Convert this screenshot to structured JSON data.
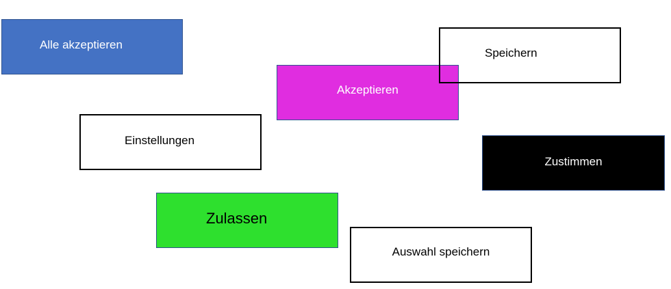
{
  "buttons": {
    "alle_akzeptieren": {
      "label": "Alle akzeptieren",
      "fill": "#4472c4"
    },
    "akzeptieren": {
      "label": "Akzeptieren",
      "fill": "#e02de0"
    },
    "speichern": {
      "label": "Speichern",
      "fill": "transparent"
    },
    "einstellungen": {
      "label": "Einstellungen",
      "fill": "#ffffff"
    },
    "zustimmen": {
      "label": "Zustimmen",
      "fill": "#000000"
    },
    "zulassen": {
      "label": "Zulassen",
      "fill": "#2ee02e"
    },
    "auswahl_speichern": {
      "label": "Auswahl speichern",
      "fill": "#ffffff"
    }
  }
}
